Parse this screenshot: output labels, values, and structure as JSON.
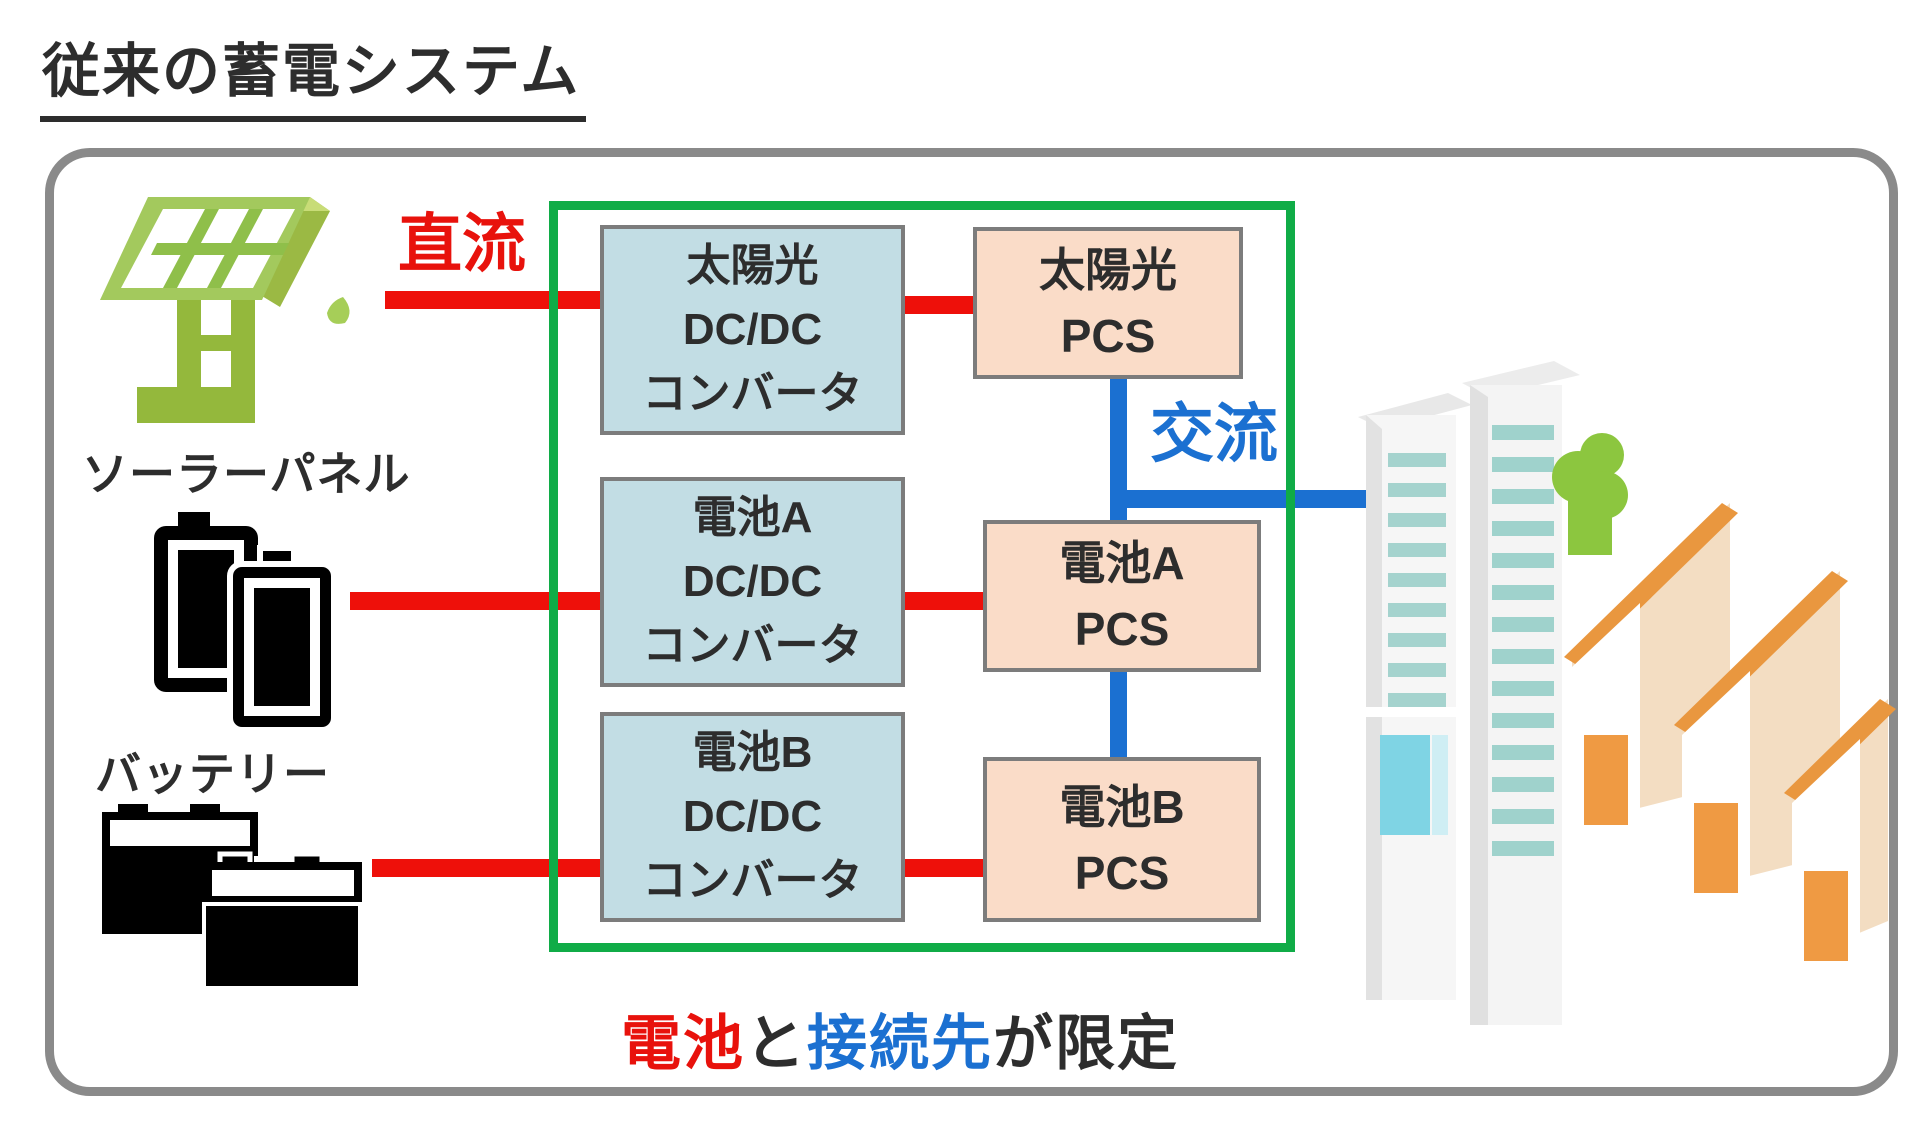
{
  "title": "従来の蓄電システム",
  "labels": {
    "dc": "直流",
    "ac": "交流",
    "solar_panel": "ソーラーパネル",
    "battery": "バッテリー"
  },
  "boxes": {
    "converters": [
      {
        "line1": "太陽光",
        "line2": "DC/DC",
        "line3": "コンバータ"
      },
      {
        "line1": "電池A",
        "line2": "DC/DC",
        "line3": "コンバータ"
      },
      {
        "line1": "電池B",
        "line2": "DC/DC",
        "line3": "コンバータ"
      }
    ],
    "pcs": [
      {
        "line1": "太陽光",
        "line2": "PCS"
      },
      {
        "line1": "電池A",
        "line2": "PCS"
      },
      {
        "line1": "電池B",
        "line2": "PCS"
      }
    ]
  },
  "caption": {
    "part1": "電池",
    "part2": "と",
    "part3": "接続先",
    "part4": "が限定"
  },
  "icons": {
    "solar": "solar-panel-icon",
    "battery_cells": "battery-cells-icon",
    "car_battery": "car-battery-icon",
    "buildings": "city-buildings-icon"
  },
  "colors": {
    "dc_line_red": "#ee100a",
    "ac_line_blue": "#1b70d1",
    "enclosure_green": "#10ac47",
    "converter_fill": "#c2dde4",
    "pcs_fill": "#fadcc8",
    "box_border": "#7c7c7c",
    "outer_border": "#8a8a8a",
    "text_black": "#2d2d2d"
  }
}
